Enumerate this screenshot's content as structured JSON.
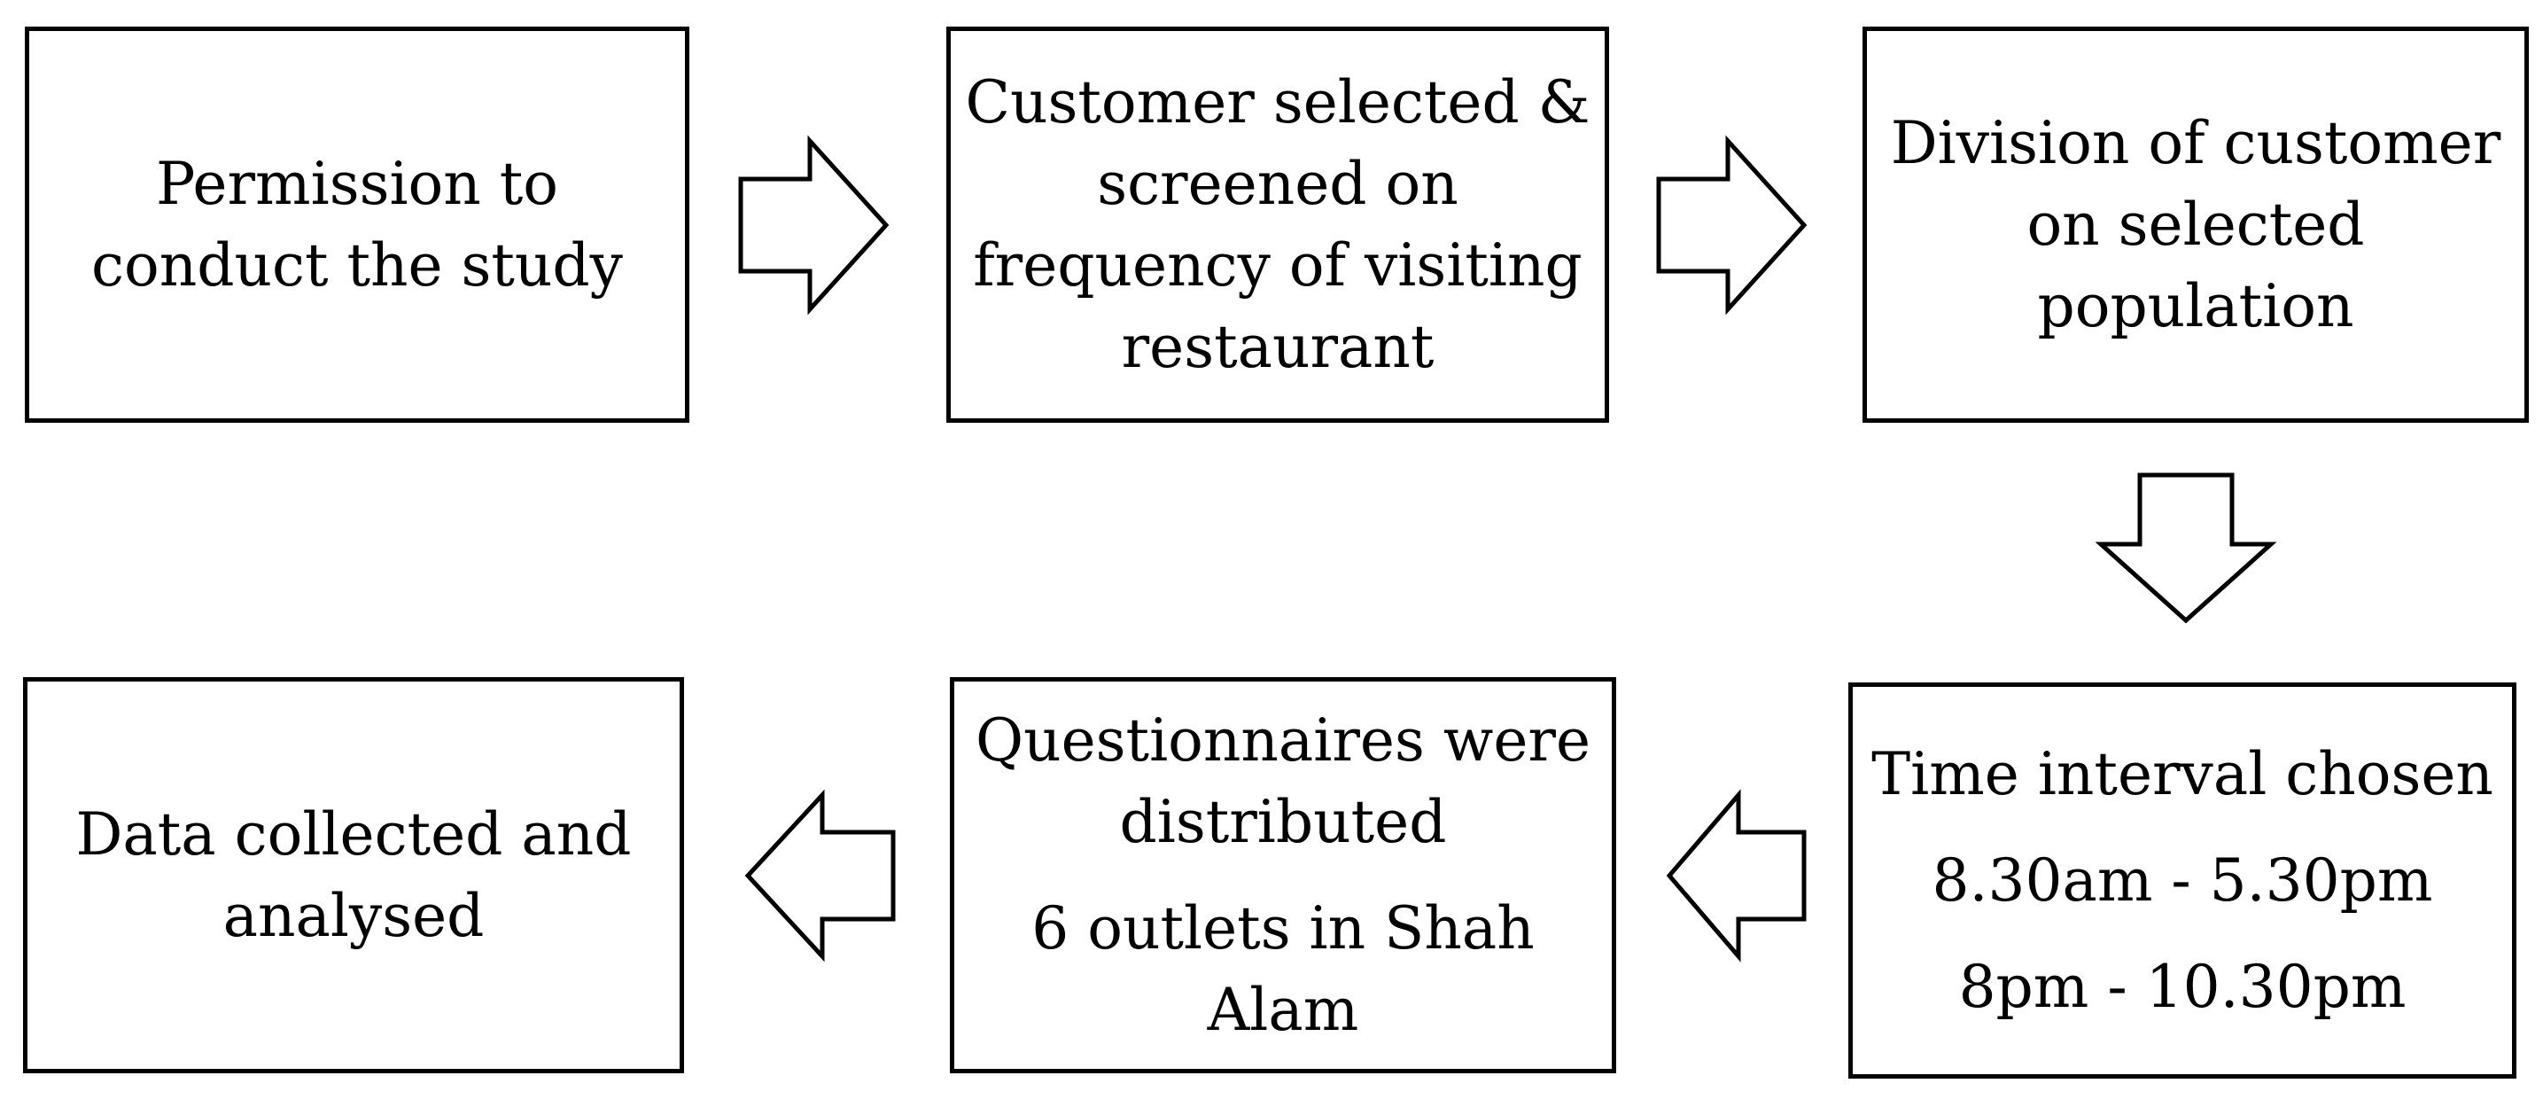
{
  "steps": {
    "permission": {
      "lines": [
        "Permission to",
        "conduct the study"
      ]
    },
    "customer_selected": {
      "lines": [
        "Customer selected &",
        "screened on",
        "frequency of visiting",
        "restaurant"
      ]
    },
    "division": {
      "lines": [
        "Division of customer",
        "on selected",
        "population"
      ]
    },
    "time_interval": {
      "title": "Time interval chosen",
      "slot_1": "8.30am - 5.30pm",
      "slot_2": "8pm - 10.30pm"
    },
    "questionnaires": {
      "lines": [
        "Questionnaires were",
        "distributed"
      ],
      "outlets_lines": [
        "6 outlets in Shah",
        "Alam"
      ]
    },
    "data_collected": {
      "lines": [
        "Data collected and",
        "analysed"
      ]
    }
  },
  "arrows": [
    {
      "from": "permission",
      "to": "customer_selected",
      "direction": "right"
    },
    {
      "from": "customer_selected",
      "to": "division",
      "direction": "right"
    },
    {
      "from": "division",
      "to": "time_interval",
      "direction": "down"
    },
    {
      "from": "time_interval",
      "to": "questionnaires",
      "direction": "left"
    },
    {
      "from": "questionnaires",
      "to": "data_collected",
      "direction": "left"
    }
  ]
}
